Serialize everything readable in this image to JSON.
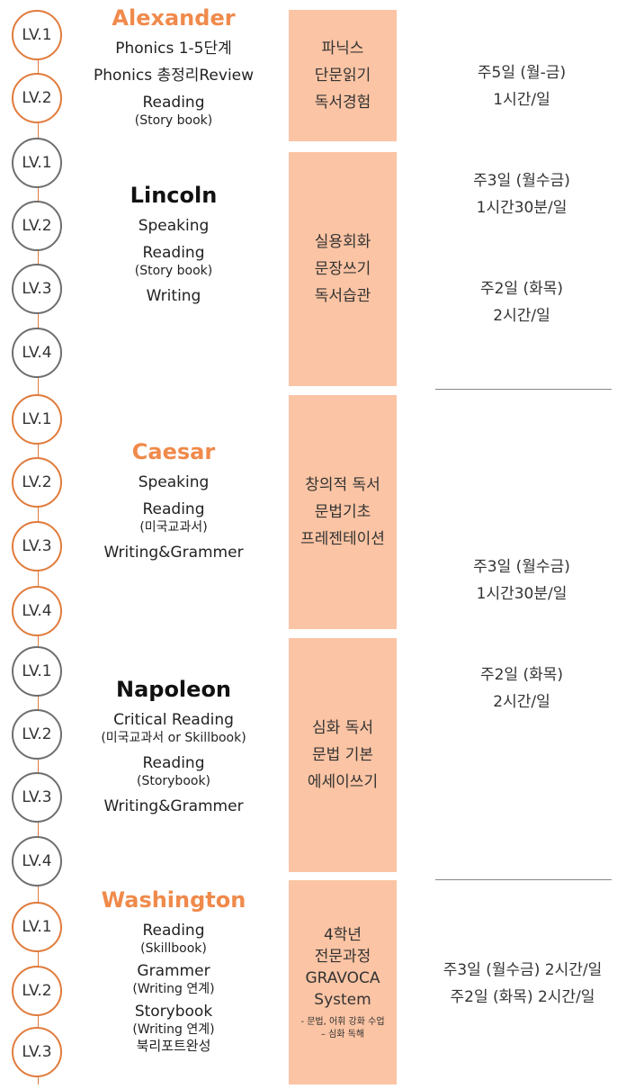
{
  "programs": [
    {
      "name": "Alexander",
      "levels": [
        "LV.1",
        "LV.2"
      ],
      "subjects": [
        {
          "text": "Phonics 1-5단계",
          "sub": ""
        },
        {
          "text": "Phonics 총정리Review",
          "sub": ""
        },
        {
          "text": "Reading",
          "sub": "(Story book)"
        }
      ],
      "focus": [
        "파닉스",
        "단문읽기",
        "독서경험"
      ]
    },
    {
      "name": "Lincoln",
      "levels": [
        "LV.1",
        "LV.2",
        "LV.3",
        "LV.4"
      ],
      "subjects": [
        {
          "text": "Speaking",
          "sub": ""
        },
        {
          "text": "Reading",
          "sub": "(Story book)"
        },
        {
          "text": "Writing",
          "sub": ""
        }
      ],
      "focus": [
        "실용회화",
        "문장쓰기",
        "독서습관"
      ]
    },
    {
      "name": "Caesar",
      "levels": [
        "LV.1",
        "LV.2",
        "LV.3",
        "LV.4"
      ],
      "subjects": [
        {
          "text": "Speaking",
          "sub": ""
        },
        {
          "text": "Reading",
          "sub": "(미국교과서)"
        },
        {
          "text": "Writing&Grammer",
          "sub": ""
        }
      ],
      "focus": [
        "창의적 독서",
        "문법기초",
        "프레젠테이션"
      ]
    },
    {
      "name": "Napoleon",
      "levels": [
        "LV.1",
        "LV.2",
        "LV.3",
        "LV.4"
      ],
      "subjects": [
        {
          "text": "Critical Reading",
          "sub": "(미국교과서 or Skillbook)"
        },
        {
          "text": "Reading",
          "sub": "(Storybook)"
        },
        {
          "text": "Writing&Grammer",
          "sub": ""
        }
      ],
      "focus": [
        "심화 독서",
        "문법 기본",
        "에세이쓰기"
      ]
    },
    {
      "name": "Washington",
      "levels": [
        "LV.1",
        "LV.2",
        "LV.3"
      ],
      "subjects": [
        {
          "text": "Reading",
          "sub": "(Skillbook)"
        },
        {
          "text": "Grammer",
          "sub": "(Writing 연계)"
        },
        {
          "text": "Storybook",
          "sub": "(Writing 연계)"
        },
        {
          "text": "북리포트완성",
          "sub": ""
        }
      ],
      "focus": [
        "4학년",
        "전문과정",
        "GRAVOCA",
        "System"
      ],
      "focus_note": [
        "- 문법, 어휘 강화 수업",
        "– 심화 독해"
      ]
    }
  ],
  "schedules": [
    [
      "주5일 (월-금)",
      "1시간/일"
    ],
    [
      "주3일 (월수금)",
      "1시간30분/일"
    ],
    [
      "주2일 (화목)",
      "2시간/일"
    ],
    [
      "주3일 (월수금)",
      "1시간30분/일"
    ],
    [
      "주2일 (화목)",
      "2시간/일"
    ],
    [
      "주3일 (월수금) 2시간/일",
      "주2일 (화목) 2시간/일"
    ]
  ],
  "colors": {
    "accent": "#f08a4b",
    "circle_orange": "#e07b3c",
    "circle_gray": "#6e6e6e",
    "box_fill": "#fbc4a4"
  }
}
